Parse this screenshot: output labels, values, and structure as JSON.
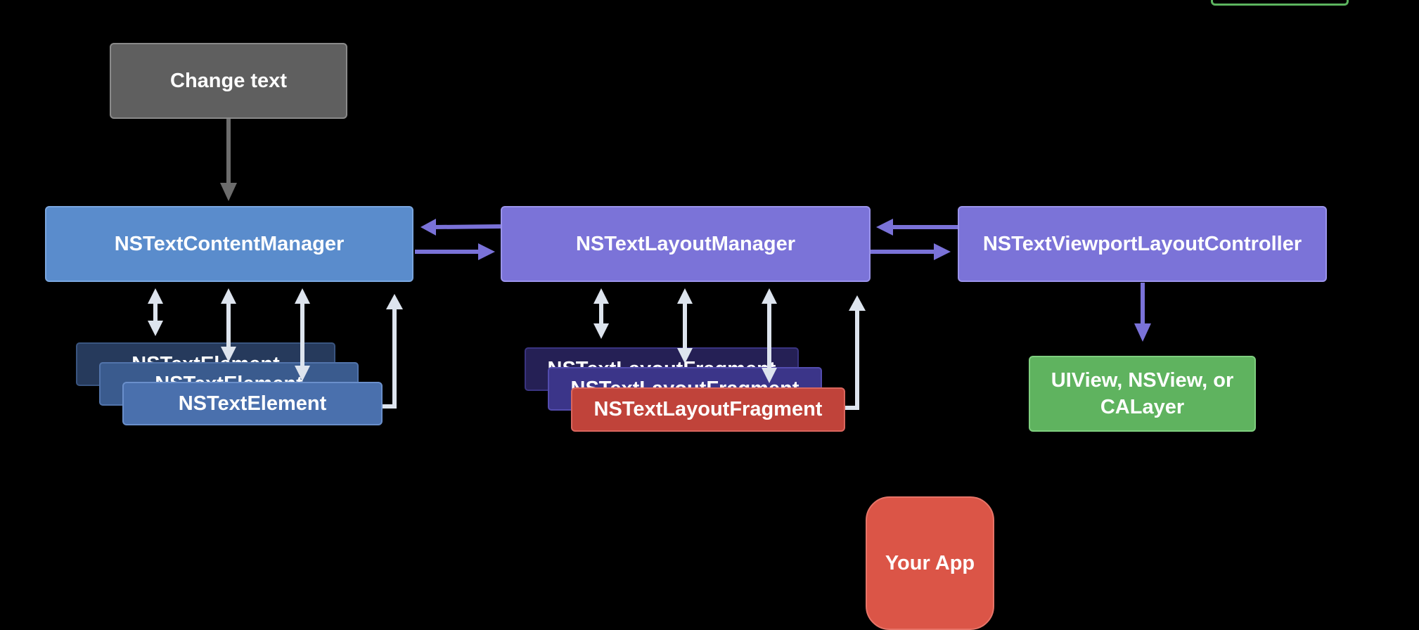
{
  "colors": {
    "background": "#000000",
    "gray_box": "#5f5f5f",
    "content_manager": "#5a8ccc",
    "layout_manager": "#7b73d8",
    "text_element": "#4a70ad",
    "text_element_back": "#263a5c",
    "text_element_mid": "#3a5b8e",
    "layout_fragment": "#c0433a",
    "layout_fragment_back": "#252055",
    "layout_fragment_mid": "#3b3589",
    "green_box": "#5fb35f",
    "app_icon": "#db5547",
    "arrow_gray": "#6c6c6c",
    "arrow_purple": "#7a72d8",
    "arrow_light": "#dde4ee"
  },
  "diagram": {
    "change_text": {
      "label": "Change text"
    },
    "content_manager": {
      "label": "NSTextContentManager"
    },
    "layout_manager": {
      "label": "NSTextLayoutManager"
    },
    "viewport_controller": {
      "label": "NSTextViewportLayoutController"
    },
    "view_target": {
      "line1": "UIView, NSView, or",
      "line2": "CALayer"
    },
    "text_elements": [
      {
        "label": "NSTextElement"
      },
      {
        "label": "NSTextElement"
      },
      {
        "label": "NSTextElement"
      }
    ],
    "layout_fragments": [
      {
        "label": "NSTextLayoutFragment"
      },
      {
        "label": "NSTextLayoutFragment"
      },
      {
        "label": "NSTextLayoutFragment"
      }
    ],
    "your_app": {
      "label": "Your App"
    }
  }
}
